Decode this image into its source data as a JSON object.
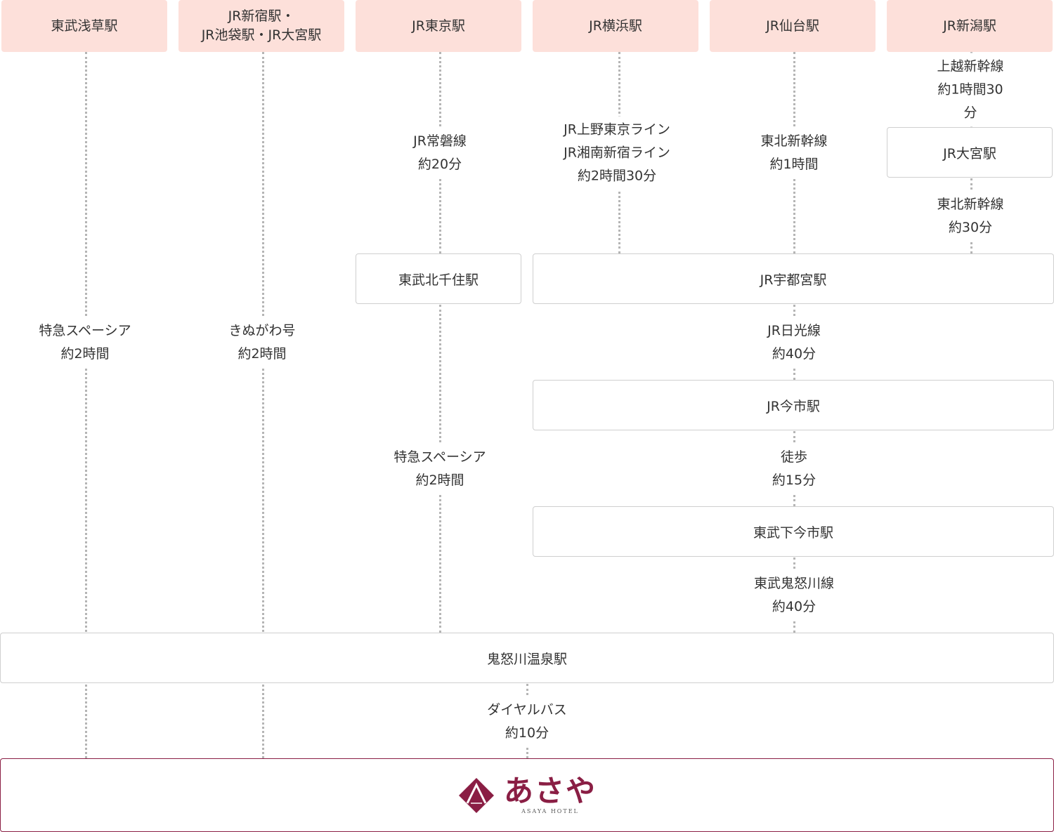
{
  "origins": [
    "東武浅草駅",
    "JR新宿駅・\nJR池袋駅・JR大宮駅",
    "JR東京駅",
    "JR横浜駅",
    "JR仙台駅",
    "JR新潟駅"
  ],
  "stations": {
    "kitasenju": "東武北千住駅",
    "utsunomiya": "JR宇都宮駅",
    "omiya": "JR大宮駅",
    "imaichi": "JR今市駅",
    "shimoimaichi": "東武下今市駅",
    "kinugawa": "鬼怒川温泉駅"
  },
  "routes": {
    "asakusa_spacia": "特急スペーシア\n約2時間",
    "shinjuku_kinugawa": "きぬがわ号\n約2時間",
    "tokyo_joban": "JR常磐線\n約20分",
    "kitasenju_spacia": "特急スペーシア\n約2時間",
    "yokohama_lines": "JR上野東京ライン\nJR湘南新宿ライン\n約2時間30分",
    "sendai_tohoku": "東北新幹線\n約1時間",
    "niigata_joetsu": "上越新幹線\n約1時間30分",
    "omiya_tohoku": "東北新幹線\n約30分",
    "nikko_line": "JR日光線\n約40分",
    "walk": "徒歩\n約15分",
    "kinugawa_line": "東武鬼怒川線\n約40分",
    "dial_bus": "ダイヤルバス\n約10分"
  },
  "hotel": {
    "name_jp": "あさや",
    "name_en": "ASAYA HOTEL"
  },
  "colors": {
    "origin_bg": "#fde0da",
    "hotel_border": "#8a1e44",
    "logo": "#8a1e44",
    "line": "#b5b5b5"
  }
}
